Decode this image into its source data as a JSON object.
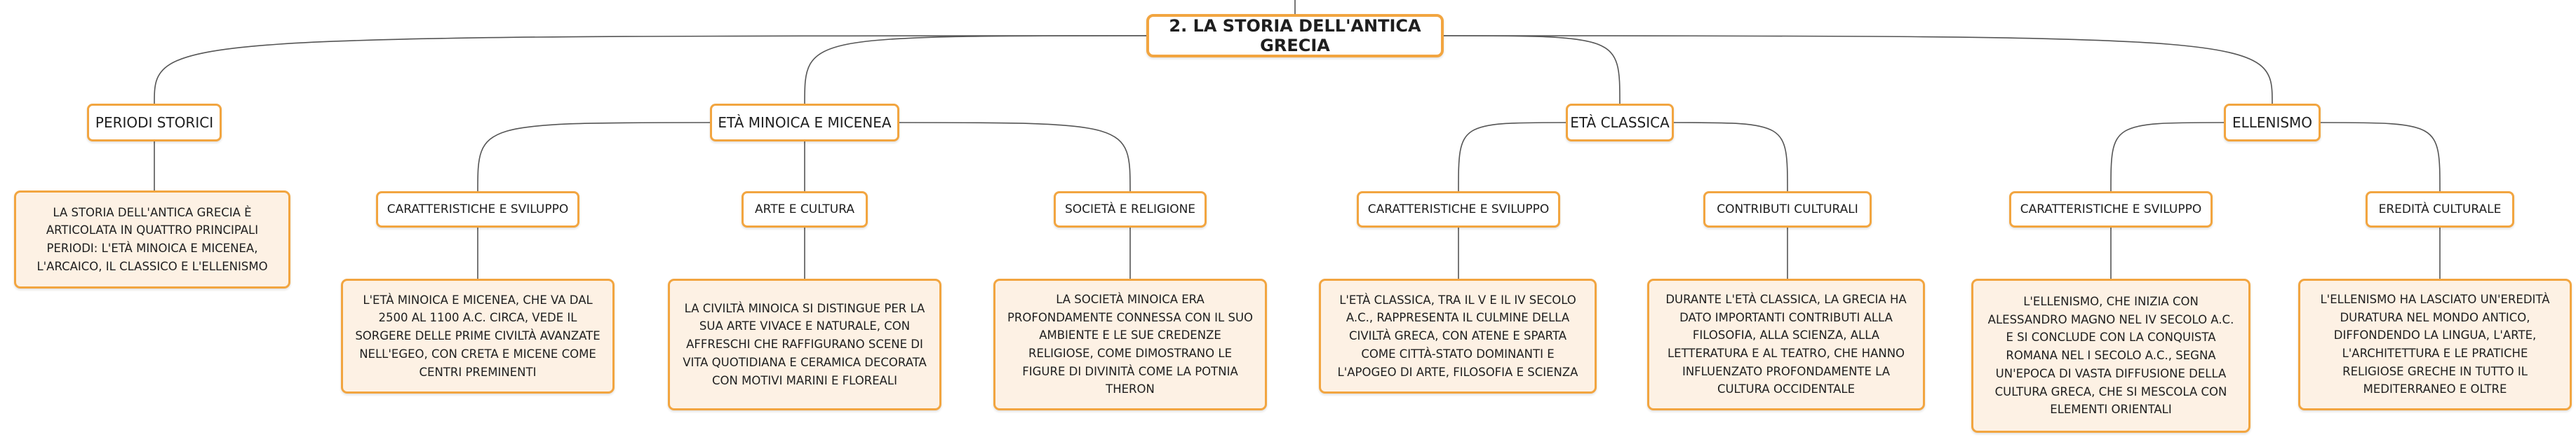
{
  "root": {
    "label": "2. LA STORIA DELL'ANTICA GRECIA"
  },
  "periodi": {
    "label": "PERIODI STORICI",
    "desc": "LA STORIA DELL'ANTICA GRECIA È ARTICOLATA IN QUATTRO PRINCIPALI PERIODI: L'ETÀ MINOICA E MICENEA, L'ARCAICO, IL CLASSICO E L'ELLENISMO"
  },
  "minoica": {
    "label": "ETÀ MINOICA E MICENEA",
    "caratteristiche": {
      "label": "CARATTERISTICHE E SVILUPPO",
      "desc": "L'ETÀ MINOICA E MICENEA, CHE VA DAL 2500 AL 1100 A.C. CIRCA, VEDE IL SORGERE DELLE PRIME CIVILTÀ AVANZATE NELL'EGEO, CON CRETA E MICENE COME CENTRI PREMINENTI"
    },
    "arte": {
      "label": "ARTE E CULTURA",
      "desc": "LA CIVILTÀ MINOICA SI DISTINGUE PER LA SUA ARTE VIVACE E NATURALE, CON AFFRESCHI CHE RAFFIGURANO SCENE DI VITA QUOTIDIANA E CERAMICA DECORATA CON MOTIVI MARINI E FLOREALI"
    },
    "societa": {
      "label": "SOCIETÀ E RELIGIONE",
      "desc": "LA SOCIETÀ MINOICA ERA PROFONDAMENTE CONNESSA CON IL SUO AMBIENTE E LE SUE CREDENZE RELIGIOSE, COME DIMOSTRANO LE FIGURE DI DIVINITÀ COME LA POTNIA THERON"
    }
  },
  "classica": {
    "label": "ETÀ CLASSICA",
    "caratteristiche": {
      "label": "CARATTERISTICHE E SVILUPPO",
      "desc": "L'ETÀ CLASSICA, TRA IL V E IL IV SECOLO A.C., RAPPRESENTA IL CULMINE DELLA CIVILTÀ GRECA, CON ATENE E SPARTA COME CITTÀ-STATO DOMINANTI E L'APOGEO DI ARTE, FILOSOFIA E SCIENZA"
    },
    "contributi": {
      "label": "CONTRIBUTI CULTURALI",
      "desc": "DURANTE L'ETÀ CLASSICA, LA GRECIA HA DATO IMPORTANTI CONTRIBUTI ALLA FILOSOFIA, ALLA SCIENZA, ALLA LETTERATURA E AL TEATRO, CHE HANNO INFLUENZATO PROFONDAMENTE LA CULTURA OCCIDENTALE"
    }
  },
  "ellenismo": {
    "label": "ELLENISMO",
    "caratteristiche": {
      "label": "CARATTERISTICHE E SVILUPPO",
      "desc": "L'ELLENISMO, CHE INIZIA CON ALESSANDRO MAGNO NEL IV SECOLO A.C. E SI CONCLUDE CON LA CONQUISTA ROMANA NEL I SECOLO A.C., SEGNA UN'EPOCA DI VASTA DIFFUSIONE DELLA CULTURA GRECA, CHE SI MESCOLA CON ELEMENTI ORIENTALI"
    },
    "eredita": {
      "label": "EREDITÀ CULTURALE",
      "desc": "L'ELLENISMO HA LASCIATO UN'EREDITÀ DURATURA NEL MONDO ANTICO, DIFFONDENDO LA LINGUA, L'ARTE, L'ARCHITETTURA E LE PRATICHE RELIGIOSE GRECHE IN TUTTO IL MEDITERRANEO E OLTRE"
    }
  },
  "colors": {
    "border": "#f2a540",
    "leaf_fill": "#fdf1e4",
    "line": "#555555"
  }
}
